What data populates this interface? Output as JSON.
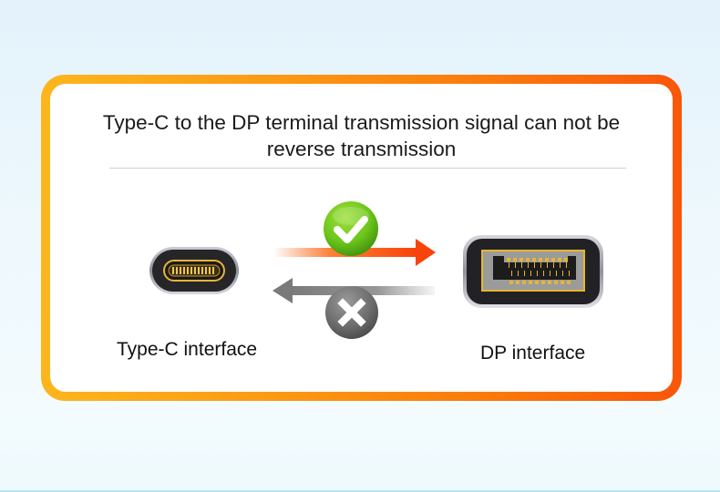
{
  "title": "Type-C to the DP terminal transmission signal can not be reverse transmission",
  "left_port": {
    "label": "Type-C interface",
    "icon": "usb-c-port-icon"
  },
  "right_port": {
    "label": "DP interface",
    "icon": "displayport-port-icon"
  },
  "forward_arrow": {
    "direction": "Type-C to DP",
    "status": "allowed",
    "icon": "check-icon",
    "color": "#fa5a0a"
  },
  "reverse_arrow": {
    "direction": "DP to Type-C",
    "status": "not allowed",
    "icon": "x-icon",
    "color": "#808080"
  },
  "colors": {
    "frame_start": "#fcb61d",
    "frame_end": "#f9560a",
    "check_green": "#6cc51b",
    "cross_gray": "#6e6e6e",
    "pin_gold": "#e8b530"
  }
}
